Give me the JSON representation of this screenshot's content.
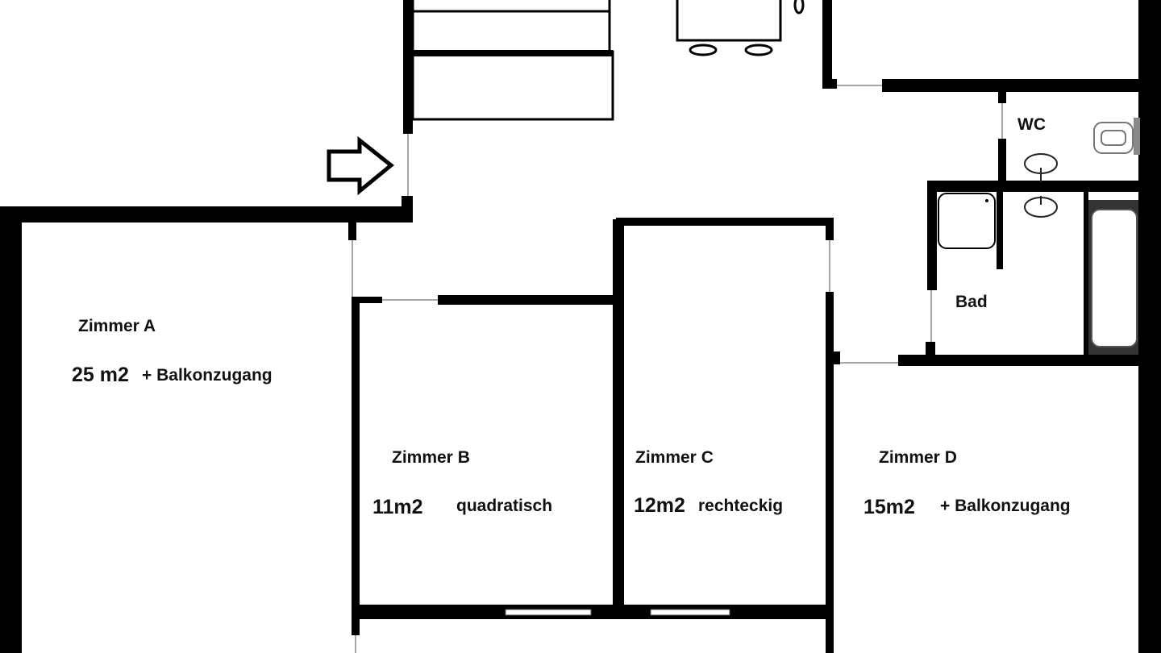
{
  "plan": {
    "type": "apartment-floor-plan",
    "wall_color": "#000000",
    "background_color": "#ffffff",
    "entrance": {
      "icon": "arrow-right-icon",
      "label": ""
    },
    "rooms": [
      {
        "id": "zimmer-a",
        "name": "Zimmer A",
        "area": "25 m2",
        "note": "+ Balkonzugang"
      },
      {
        "id": "zimmer-b",
        "name": "Zimmer B",
        "area": "11m2",
        "note": "quadratisch"
      },
      {
        "id": "zimmer-c",
        "name": "Zimmer C",
        "area": "12m2",
        "note": "rechteckig"
      },
      {
        "id": "zimmer-d",
        "name": "Zimmer D",
        "area": "15m2",
        "note": "+ Balkonzugang"
      },
      {
        "id": "wc",
        "name": "WC"
      },
      {
        "id": "bad",
        "name": "Bad"
      }
    ],
    "fixtures": [
      "kitchen-counter",
      "dining-table",
      "chair",
      "toilet",
      "sink",
      "shower-tray",
      "bathtub",
      "window"
    ]
  }
}
